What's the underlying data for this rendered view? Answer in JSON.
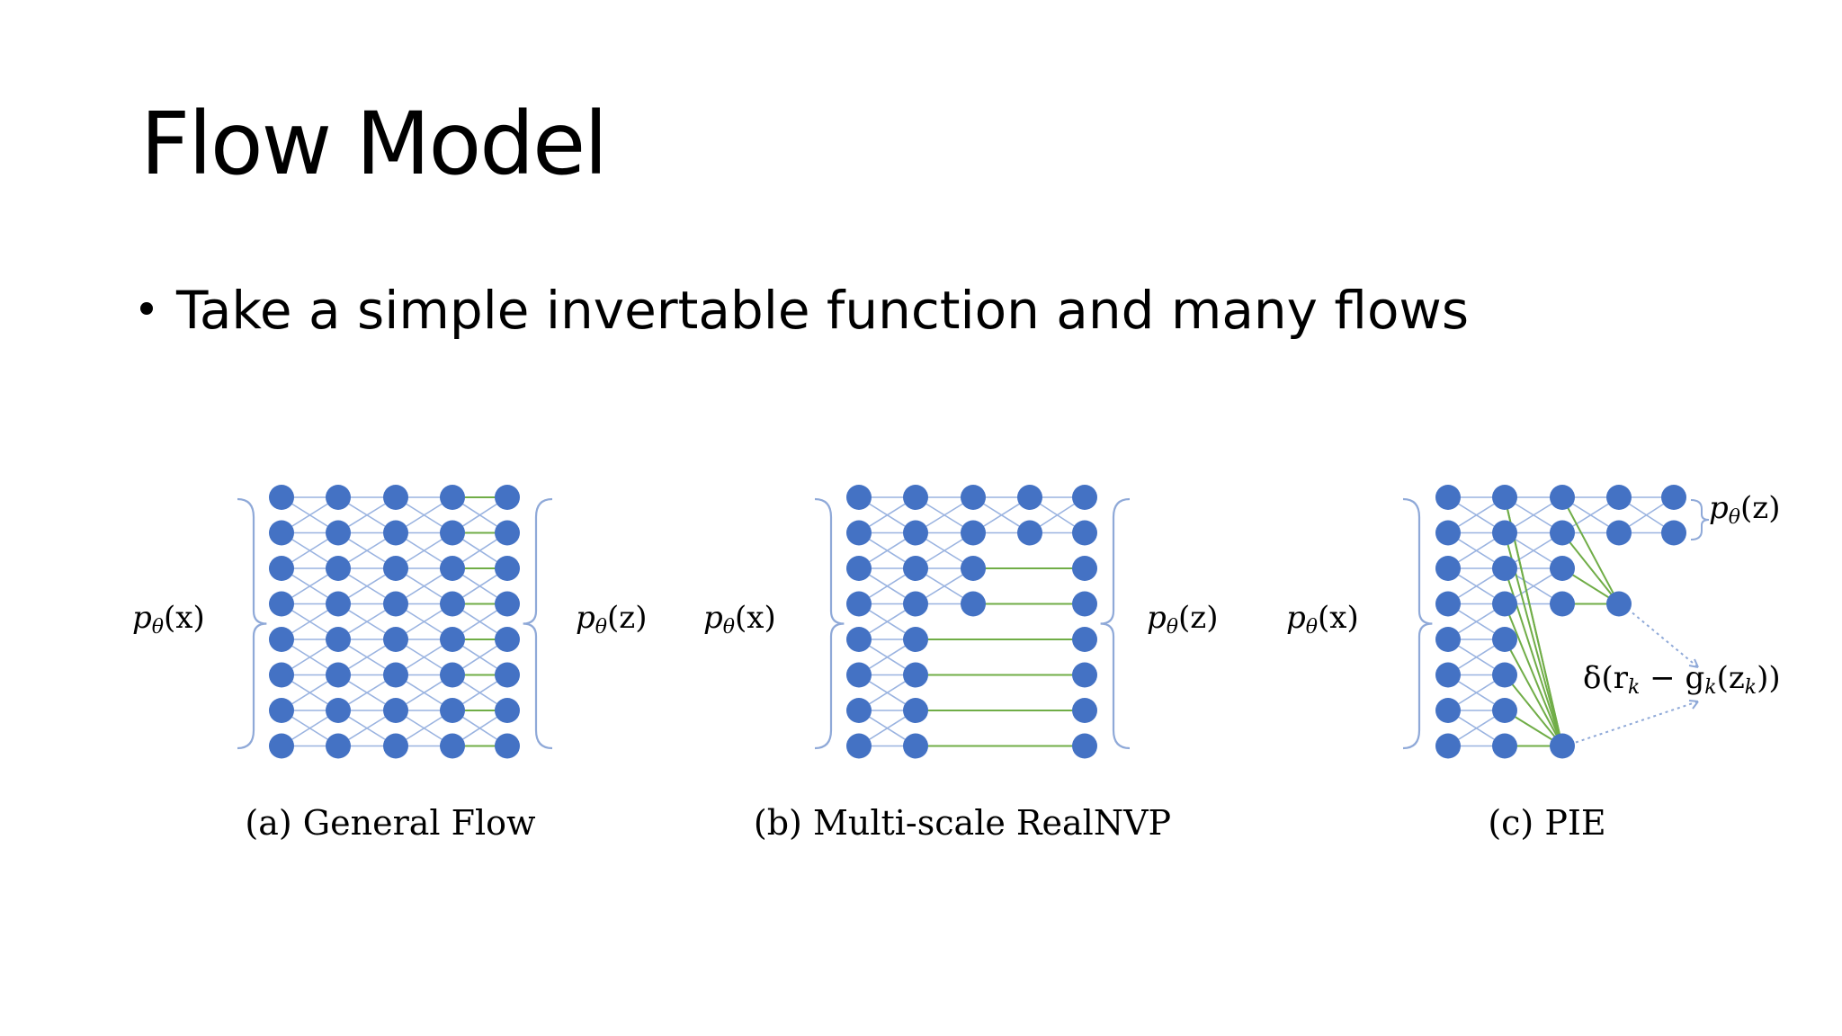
{
  "slide": {
    "title": "Flow Model",
    "bullet": "Take a simple invertable function and many flows"
  },
  "figure": {
    "colors": {
      "node": "#4472c4",
      "cross_edge": "#9ab3e0",
      "skip_edge": "#70ad47",
      "brace": "#8fa9d8",
      "dotted": "#8fa9d8"
    },
    "label_px": "p",
    "label_px_sub": "θ",
    "label_px_arg": "(x)",
    "label_pz": "p",
    "label_pz_sub": "θ",
    "label_pz_arg": "(z)",
    "panels": [
      {
        "caption": "(a) General Flow"
      },
      {
        "caption": "(b) Multi-scale RealNVP"
      },
      {
        "caption": "(c) PIE",
        "delta_label": "δ(r",
        "delta_k1": "k",
        "delta_mid": " − g",
        "delta_k2": "k",
        "delta_z": "(z",
        "delta_k3": "k",
        "delta_end": "))"
      }
    ]
  }
}
